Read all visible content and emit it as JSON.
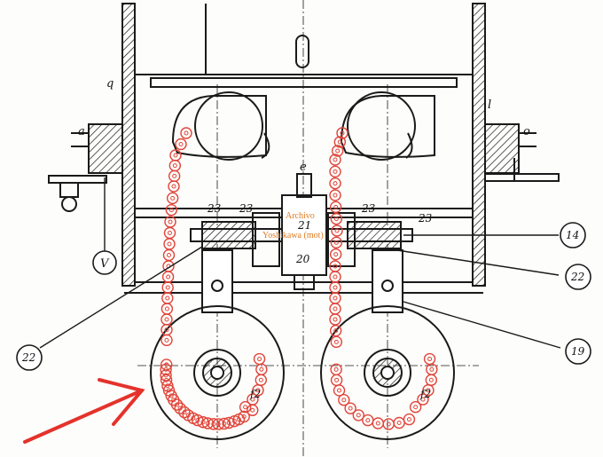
{
  "labels": {
    "q": "q",
    "l": "l",
    "a": "a",
    "o": "o",
    "V": "V",
    "e": "e",
    "n21": "21",
    "n20": "20",
    "n23a": "23",
    "n23b": "23",
    "n23c": "23",
    "n23d": "23",
    "n14": "14",
    "n22a": "22",
    "n22b": "22",
    "n19": "19",
    "f2a": "f2",
    "f2b": "f2"
  },
  "watermark": {
    "line1": "Archivo",
    "line2": "Yoshikawa (mot)"
  },
  "colors": {
    "ink": "#1a1a1a",
    "chain": "#e0453a",
    "arrow": "#e4322b",
    "watermark": "#e07b22"
  }
}
